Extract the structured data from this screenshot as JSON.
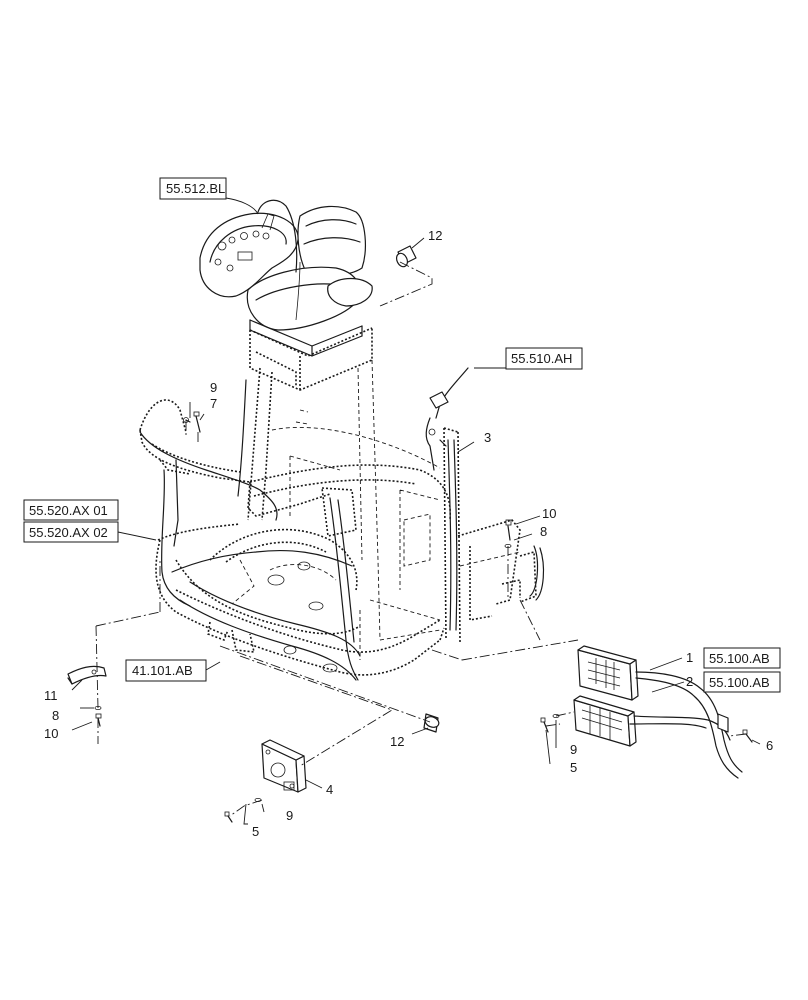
{
  "references": {
    "seat": "55.512.BL",
    "harness_right": "55.510.AH",
    "harness_left_1": "55.520.AX 01",
    "harness_left_2": "55.520.AX 02",
    "frame_ref": "41.101.AB",
    "module_ref_1": "55.100.AB",
    "module_ref_2": "55.100.AB"
  },
  "callouts": {
    "c12_top": "12",
    "c9_left": "9",
    "c7": "7",
    "c3": "3",
    "c10_right": "10",
    "c8_right": "8",
    "c11": "11",
    "c8_left": "8",
    "c10_left": "10",
    "c12_bottom": "12",
    "c4": "4",
    "c9_bottom": "9",
    "c5_bottom": "5",
    "c1": "1",
    "c2": "2",
    "c9_mid": "9",
    "c5_mid": "5",
    "c6": "6"
  }
}
